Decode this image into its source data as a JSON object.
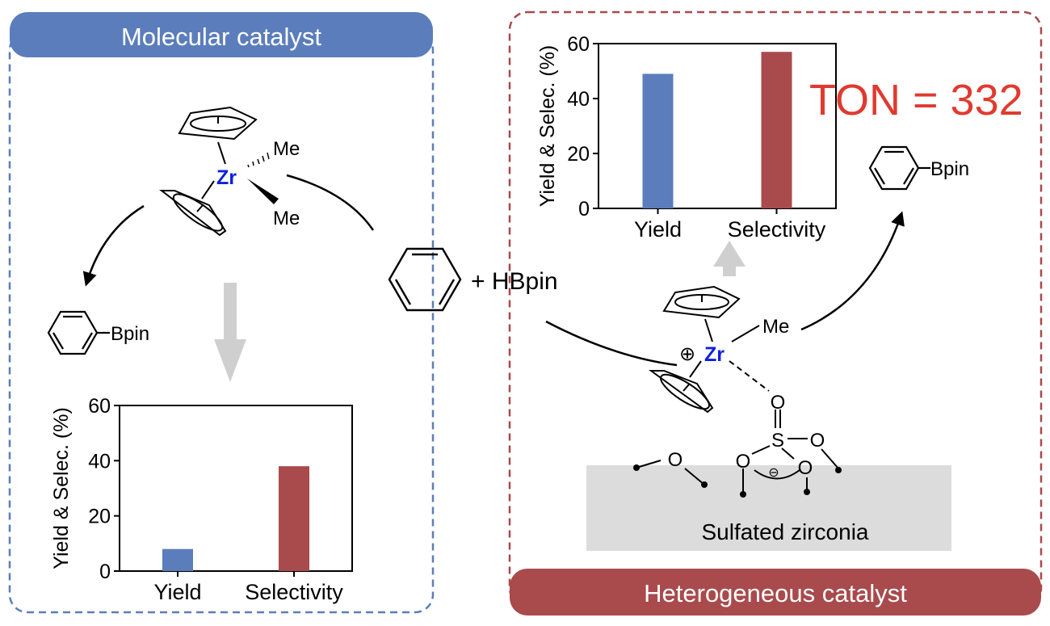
{
  "panels": {
    "molecular": {
      "title": "Molecular catalyst",
      "color": "#5b7dbb"
    },
    "heterogeneous": {
      "title": "Heterogeneous catalyst",
      "color": "#a94a4c"
    }
  },
  "center": {
    "reaction": "+ HBpin"
  },
  "molecules": {
    "metal": "Zr",
    "methyl": "Me",
    "product_group": "Bpin",
    "cation_charge": "⊕",
    "anion_charge": "⊖",
    "oxygen": "O",
    "sulfur": "S",
    "support_label": "Sulfated zirconia"
  },
  "ton": {
    "text": "TON = 332",
    "color": "#e03a2f"
  },
  "chart_data": [
    {
      "type": "bar",
      "categories": [
        "Yield",
        "Selectivity"
      ],
      "values": [
        8,
        38
      ],
      "colors": [
        "#5b7dbb",
        "#a94a4c"
      ],
      "ylabel": "Yield & Selec.  (%)",
      "ylim": [
        0,
        60
      ],
      "yticks": [
        0,
        20,
        40,
        60
      ],
      "panel": "molecular"
    },
    {
      "type": "bar",
      "categories": [
        "Yield",
        "Selectivity"
      ],
      "values": [
        49,
        57
      ],
      "colors": [
        "#5b7dbb",
        "#a94a4c"
      ],
      "ylabel": "Yield & Selec.  (%)",
      "ylim": [
        0,
        60
      ],
      "yticks": [
        0,
        20,
        40,
        60
      ],
      "panel": "heterogeneous"
    }
  ]
}
